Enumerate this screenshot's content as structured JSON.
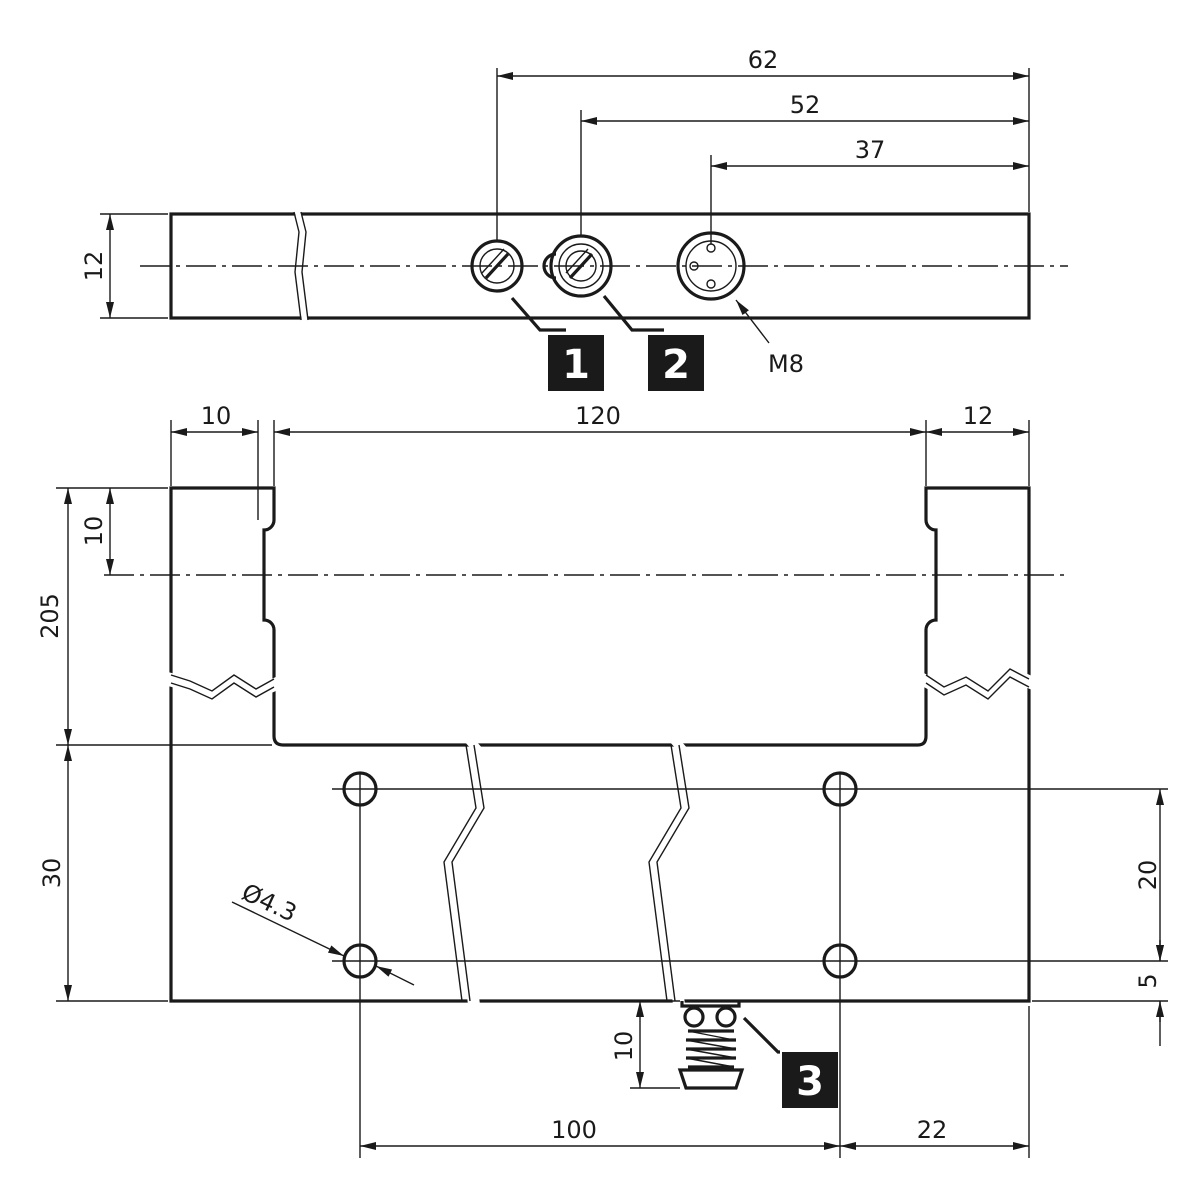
{
  "dimensions": {
    "d62": "62",
    "d52": "52",
    "d37": "37",
    "d12_side": "12",
    "d10_left": "10",
    "d120": "120",
    "d12_right": "12",
    "d205": "205",
    "d10_v": "10",
    "d30": "30",
    "d20": "20",
    "d5": "5",
    "d10_conn": "10",
    "d100": "100",
    "d22": "22",
    "hole_dia": "Ø4.3",
    "thread": "M8"
  },
  "callouts": {
    "one": "1",
    "two": "2",
    "three": "3"
  },
  "colors": {
    "line": "#1a1a1a",
    "background": "#ffffff"
  }
}
